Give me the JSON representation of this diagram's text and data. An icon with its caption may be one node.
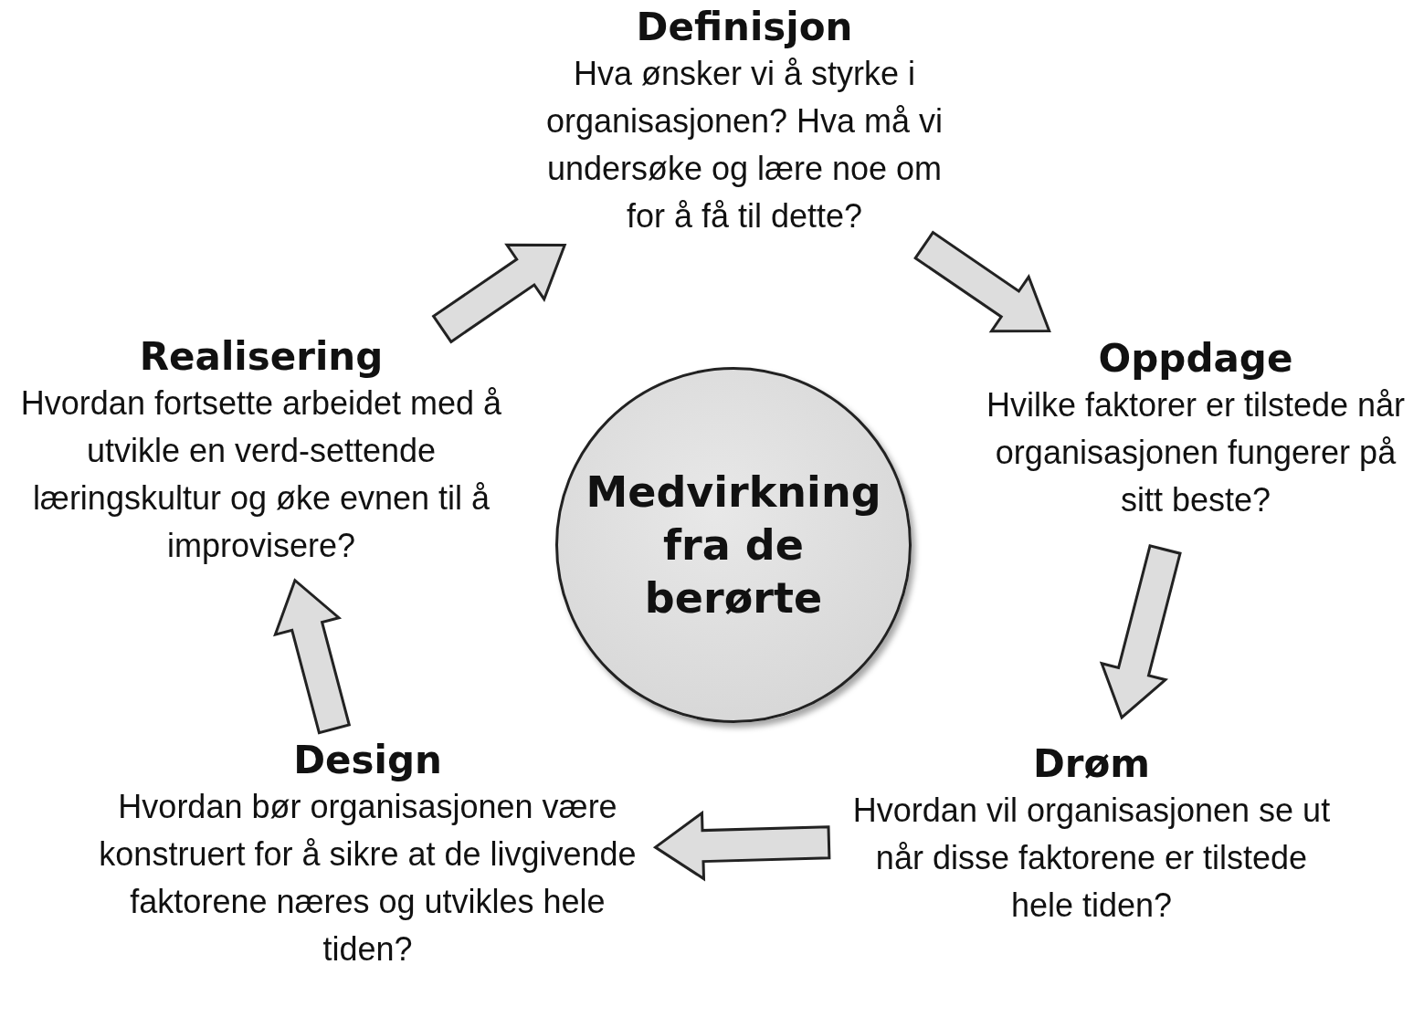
{
  "diagram": {
    "nodes": [
      {
        "text": [
          "Definisjon",
          "Hva ønsker vi å styrke i organisasjonen? Hva må vi undersøke og lære noe om for å få til dette?"
        ]
      },
      {
        "text": [
          "Oppdage",
          "Hvilke faktorer er tilstede når organisasjonen fungerer på sitt beste?"
        ]
      },
      {
        "text": [
          "Drøm",
          "Hvordan vil organisasjonen se ut når disse faktorene er tilstede hele tiden?"
        ]
      },
      {
        "text": [
          "Design",
          "Hvordan bør organisasjonen være konstruert for å sikre at de livgivende faktorene næres og utvikles hele tiden?"
        ]
      },
      {
        "text": [
          "Realisering",
          "Hvordan fortsette arbeidet med å utvikle en verd-settende læringskultur og øke evnen til å improvisere?"
        ]
      },
      {
        "text": [
          "Medvirkning fra de berørte"
        ]
      }
    ],
    "edges": [
      {
        "from": 0,
        "to": 1,
        "arrow": "to"
      },
      {
        "from": 1,
        "to": 2,
        "arrow": "to"
      },
      {
        "from": 2,
        "to": 3,
        "arrow": "to"
      },
      {
        "from": 3,
        "to": 4,
        "arrow": "to"
      },
      {
        "from": 4,
        "to": 0,
        "arrow": "to"
      }
    ]
  }
}
